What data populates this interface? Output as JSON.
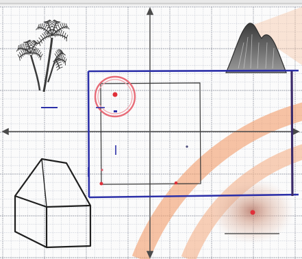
{
  "scene": {
    "kind": "hand-drawn sketch on square grid paper",
    "grid": true,
    "elements": [
      "coordinate-axes",
      "palm-trees",
      "mountains",
      "blue-rectangle",
      "black-rectangle",
      "red-circle",
      "house",
      "sun-rays",
      "blurred-sun"
    ]
  },
  "colors": {
    "paper": "#fbfbfb",
    "grid": "#c8ccd6",
    "grid_major": "#8a8f9c",
    "axis": "#4a4a4a",
    "blue_marker": "#2b2fa8",
    "red_marker": "#e0303a",
    "pink_circle": "#e86c78",
    "ink": "#2b2b2b",
    "sun_band": "#f5a878",
    "sun_glow": "#d9a98e"
  }
}
